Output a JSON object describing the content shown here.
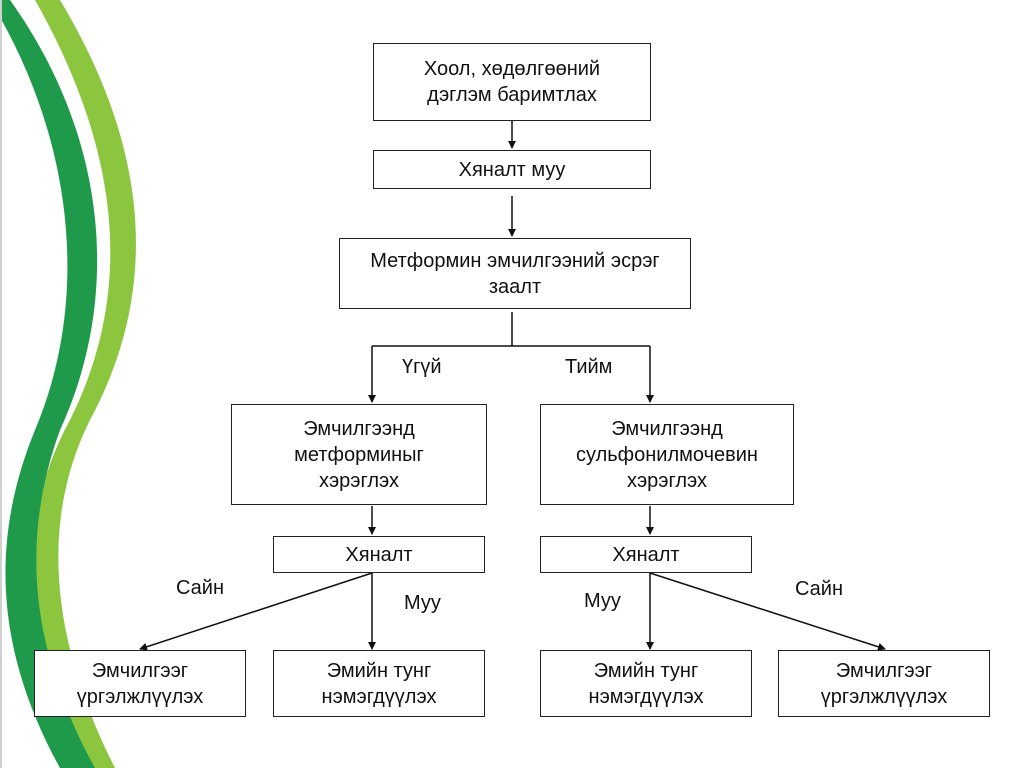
{
  "theme": {
    "dark_green": "#1f9a4a",
    "light_green": "#8cc63f",
    "line_color": "#111111"
  },
  "nodes": {
    "diet": "Хоол, хөдөлгөөний дэглэм баримтлах",
    "control_poor": "Хяналт муу",
    "metformin_contra": "Метформин эмчилгээний эсрэг заалт",
    "use_metformin": "Эмчилгээнд метформиныг хэрэглэх",
    "use_sulfonylurea": "Эмчилгээнд сульфонилмочевин хэрэглэх",
    "control_left": "Хяналт",
    "control_right": "Хяналт",
    "continue_left": "Эмчилгээг үргэлжлүүлэх",
    "increase_left": "Эмийн тунг нэмэгдүүлэх",
    "increase_right": "Эмийн тунг нэмэгдүүлэх",
    "continue_right": "Эмчилгээг үргэлжлүүлэх"
  },
  "edge_labels": {
    "no": "Үгүй",
    "yes": "Тийм",
    "good_left": "Сайн",
    "bad_left": "Муу",
    "bad_right": "Муу",
    "good_right": "Сайн"
  }
}
